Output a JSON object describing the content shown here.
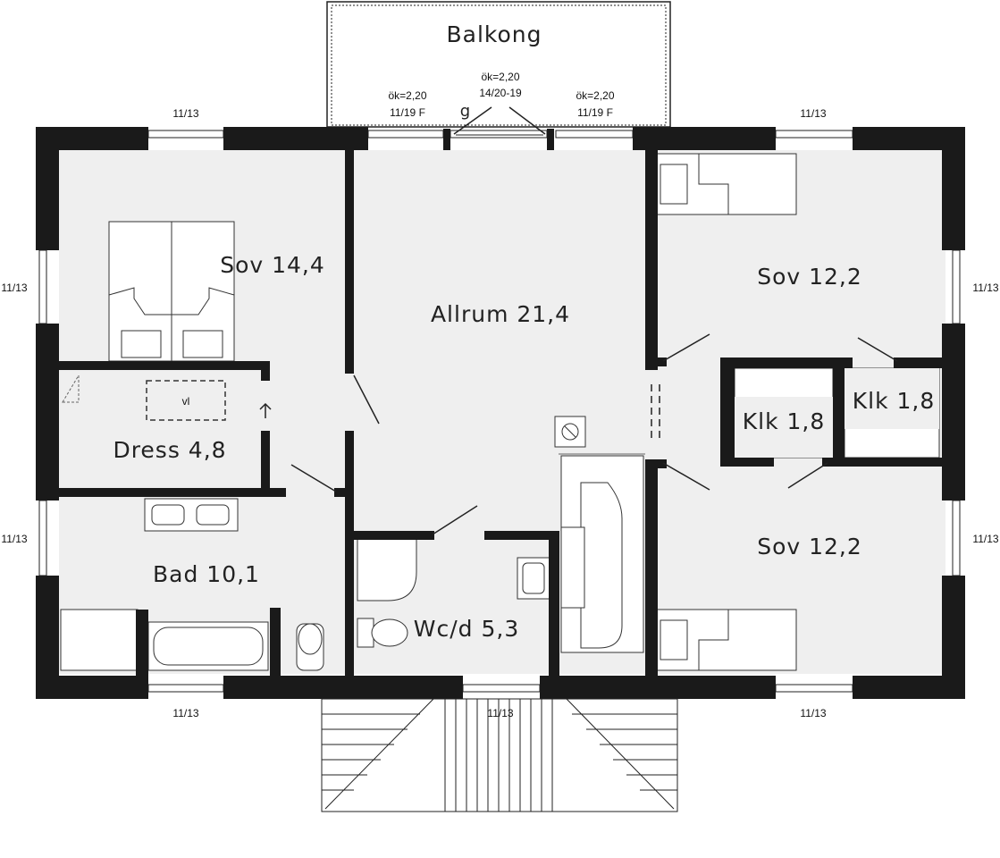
{
  "rooms": {
    "balkong": "Balkong",
    "sov_master": "Sov 14,4",
    "allrum": "Allrum 21,4",
    "sov_ne": "Sov 12,2",
    "sov_se": "Sov 12,2",
    "dress": "Dress 4,8",
    "bad": "Bad 10,1",
    "wcd": "Wc/d 5,3",
    "klk_left": "Klk 1,8",
    "klk_right": "Klk 1,8"
  },
  "windows": {
    "w_top_left": "11/13",
    "w_top_right": "11/13",
    "w_left_upper": "11/13",
    "w_left_lower": "11/13",
    "w_right_upper": "11/13",
    "w_right_lower": "11/13",
    "w_bottom_left": "11/13",
    "w_bottom_mid": "11/13",
    "w_bottom_right": "11/13",
    "balk_left_line1": "ök=2,20",
    "balk_left_line2": "11/19 F",
    "balk_right_line1": "ök=2,20",
    "balk_right_line2": "11/19 F",
    "balk_door_line1": "ök=2,20",
    "balk_door_line2": "14/20-19"
  },
  "marks": {
    "vl": "vl",
    "g": "g"
  }
}
